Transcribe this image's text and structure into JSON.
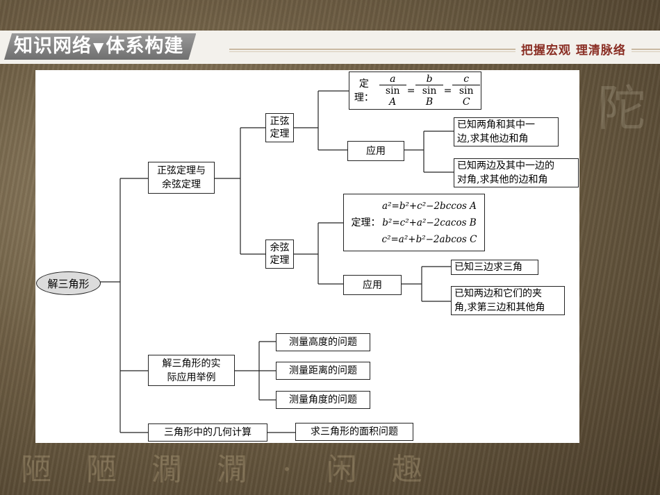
{
  "header": {
    "title_left": "知识网络",
    "title_sep": "▼",
    "title_right": "体系构建",
    "subtitle": "把握宏观  理清脉络"
  },
  "watermark": "陋 陋 㵎 㵎 · 闲 趣",
  "diagram": {
    "root": "解三角形",
    "branch1": {
      "line1": "正弦定理与",
      "line2": "余弦定理"
    },
    "sine": {
      "label_line1": "正弦",
      "label_line2": "定理",
      "law_prefix": "定理：",
      "frac1_num": "a",
      "frac1_den_pre": "sin ",
      "frac1_den_var": "A",
      "frac2_num": "b",
      "frac2_den_pre": "sin ",
      "frac2_den_var": "B",
      "frac3_num": "c",
      "frac3_den_pre": "sin ",
      "frac3_den_var": "C",
      "eq": "=",
      "app": "应用",
      "app_item1_line1": "已知两角和其中一",
      "app_item1_line2": "边,求其他边和角",
      "app_item2_line1": "已知两边及其中一边的",
      "app_item2_line2": "对角,求其他的边和角"
    },
    "cosine": {
      "label_line1": "余弦",
      "label_line2": "定理",
      "law_prefix": "定理：",
      "row1": "a²=b²+c²−2bccos A",
      "row2": "b²=c²+a²−2cacos B",
      "row3": "c²=a²+b²−2abcos C",
      "app": "应用",
      "app_item1": "已知三边求三角",
      "app_item2_line1": "已知两边和它们的夹",
      "app_item2_line2": "角,求第三边和其他角"
    },
    "branch2": {
      "line1": "解三角形的实",
      "line2": "际应用举例",
      "items": [
        "测量高度的问题",
        "测量距离的问题",
        "测量角度的问题"
      ]
    },
    "branch3": {
      "label": "三角形中的几何计算",
      "item": "求三角形的面积问题"
    }
  }
}
